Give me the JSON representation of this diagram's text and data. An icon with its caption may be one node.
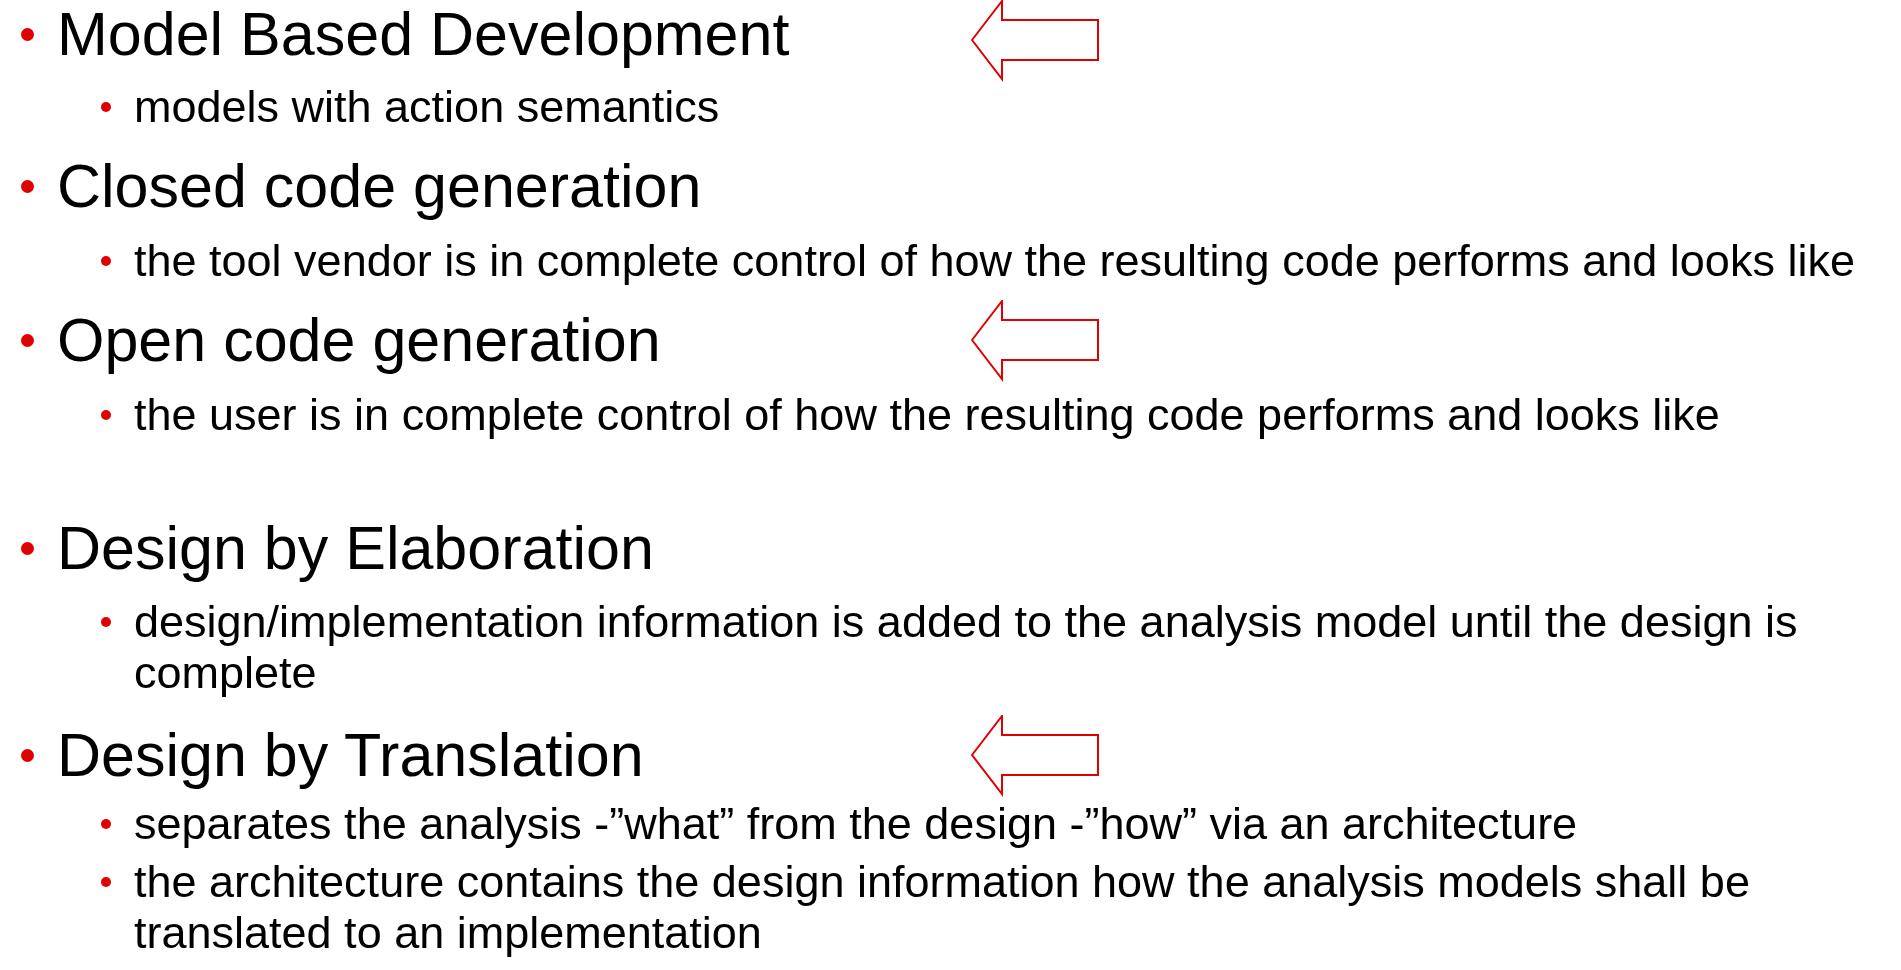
{
  "diagram": {
    "labels": [
      "Model Based Development",
      "models with action semantics",
      "Closed code generation",
      "the tool vendor is in complete control of how the resulting code performs and looks like",
      "Open code generation",
      "the user is in complete control of how the resulting code performs and looks like",
      "Design by Elaboration",
      "design/implementation information is added to the analysis model until the design is complete",
      "Design by Translation",
      "separates the analysis -”what” from the design -”how” via an architecture",
      "the architecture contains the design information how the analysis models shall be translated to an implementation"
    ]
  }
}
